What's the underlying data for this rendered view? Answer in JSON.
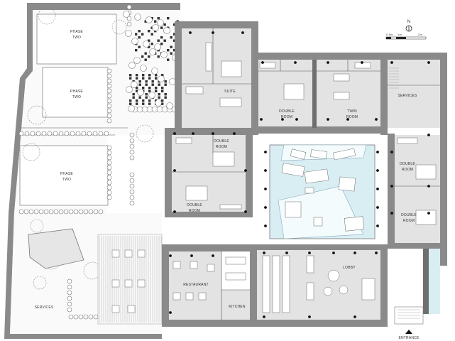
{
  "labels": {
    "phase_two_a_1": "PHASE",
    "phase_two_a_2": "TWO",
    "phase_two_b_1": "PHASE",
    "phase_two_b_2": "TWO",
    "phase_two_c_1": "PHASE",
    "phase_two_c_2": "TWO",
    "suite": "SUITE",
    "double_room_top_1": "DOUBLE",
    "double_room_top_2": "ROOM",
    "twin_room_1": "TWIN",
    "twin_room_2": "ROOM",
    "services_right": "SERVICES",
    "double_room_wl_1": "DOUBLE",
    "double_room_wl_2": "ROOM",
    "double_room_wm_1": "DOUBLE",
    "double_room_wm_2": "ROOM",
    "double_room_e1_1": "DOUBLE",
    "double_room_e1_2": "ROOM",
    "double_room_e2_1": "DOUBLE",
    "double_room_e2_2": "ROOM",
    "restaurant": "RESTAURANT",
    "kitchen": "KITCHEN",
    "lobby": "LOBBY",
    "services_left": "SERVICES",
    "entrance": "ENTRANCE"
  },
  "scale": {
    "north": "N",
    "s0": "0.5m",
    "s1": "1m",
    "s2": "2m"
  },
  "colors": {
    "wall": "#8a8a8a",
    "room": "#e3e3e3",
    "courtyard": "#d9eef3"
  }
}
